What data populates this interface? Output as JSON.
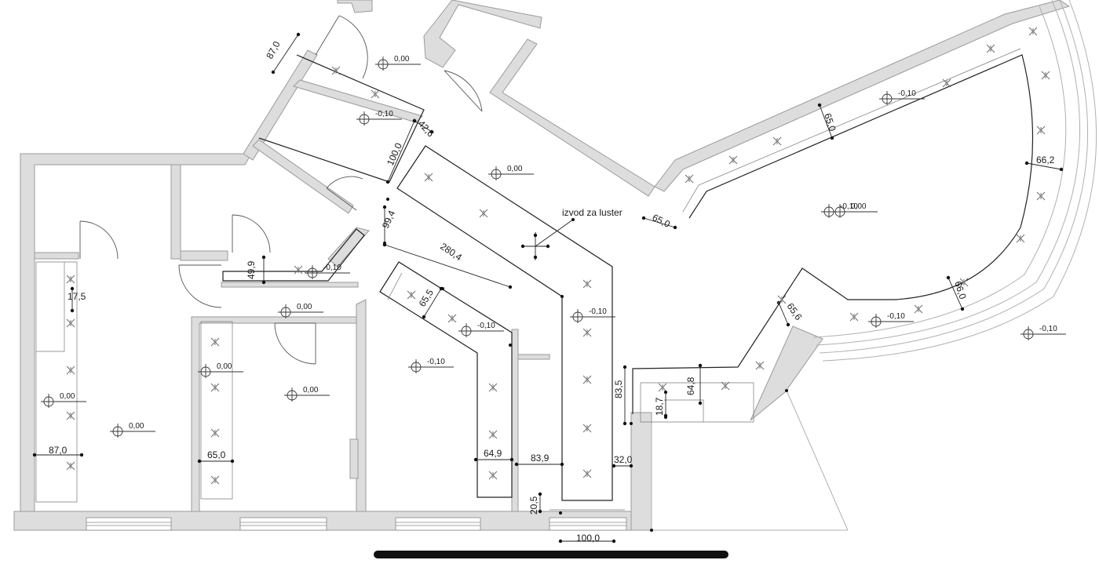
{
  "annotation": "izvod za luster",
  "dimensions": [
    "87,0",
    "42,6",
    "100,0",
    "99,4",
    "280,4",
    "49,9",
    "65,5",
    "17,5",
    "87,0",
    "65,0",
    "64,9",
    "83,9",
    "83,5",
    "32,0",
    "20,5",
    "100,0",
    "18,7",
    "64,8",
    "65,0",
    "66,2",
    "65,0",
    "65,6",
    "66,0"
  ],
  "levels": [
    "0,00",
    "-0,10",
    "0,00",
    "-0,10",
    "0,00",
    "-0,10",
    "-0,10",
    "0,00",
    "-0,10",
    "-0,10",
    "0,00",
    "-0,10",
    "0,00",
    "0,00",
    "0,00",
    "-0,10",
    "-0,10"
  ],
  "colors": {
    "wall_fill": "#dddddd",
    "line": "#222222",
    "background": "#ffffff"
  },
  "icons": {
    "level_marker": "circle-crosshair-icon",
    "ceiling_light": "star-light-icon",
    "chandelier_outlet": "crosshair-icon"
  }
}
